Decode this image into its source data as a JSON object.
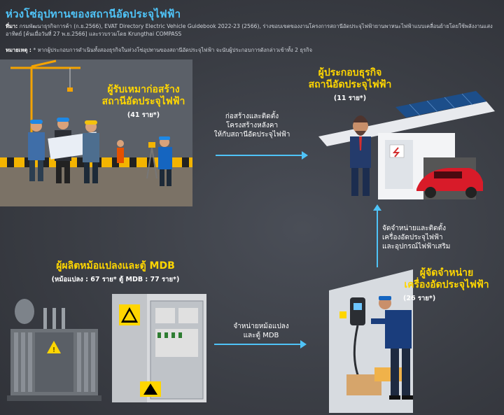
{
  "header": {
    "title": "ห่วงโซ่อุปทานของสถานีอัดประจุไฟฟ้า",
    "source_label": "ที่มา:",
    "source_text": "กรมพัฒนาธุรกิจการค้า (ก.ย.2566), EVAT Directory Electric Vehicle Guidebook 2022-23 (2566), ร่างขอบเขตของงานโครงการสถานีอัดประจุไฟฟ้ายานพาหนะไฟฟ้าแบบเคลื่อนย้ายโดยใช้พลังงานแสงอาทิตย์ [ค้นเมื่อวันที่ 27 พ.ย.2566] และรวบรวมโดย Krungthai COMPASS",
    "note_label": "หมายเหตุ :",
    "note_text": "* หากผู้ประกอบการดำเนินทั้งสองธุรกิจในห่วงโซ่อุปทานของสถานีอัดประจุไฟฟ้า จะนับผู้ประกอบการดังกล่าวเข้าทั้ง 2 ธุรกิจ"
  },
  "nodes": {
    "contractor": {
      "title_line1": "ผู้รับเหมาก่อสร้าง",
      "title_line2": "สถานีอัดประจุไฟฟ้า",
      "count": "(41 ราย*)"
    },
    "operator": {
      "title_line1": "ผู้ประกอบธุรกิจ",
      "title_line2": "สถานีอัดประจุไฟฟ้า",
      "count": "(11 ราย*)"
    },
    "transformer_maker": {
      "title": "ผู้ผลิตหม้อแปลงและตู้ MDB",
      "count": "(หม้อแปลง : 67 ราย* ตู้ MDB : 77 ราย*)"
    },
    "distributor": {
      "title_line1": "ผู้จัดจำหน่าย",
      "title_line2": "เครื่องอัดประจุไฟฟ้า",
      "count": "(26 ราย*)"
    }
  },
  "flows": {
    "contractor_to_operator": {
      "line1": "ก่อสร้างและติดตั้ง",
      "line2": "โครงสร้างหลังคา",
      "line3": "ให้กับสถานีอัดประจุไฟฟ้า"
    },
    "distributor_to_operator": {
      "line1": "จัดจำหน่ายและติดตั้ง",
      "line2": "เครื่องอัดประจุไฟฟ้า",
      "line3": "และอุปกรณ์ไฟฟ้าเสริม"
    },
    "maker_to_distributor": {
      "line1": "จำหน่ายหม้อแปลง",
      "line2": "และตู้ MDB"
    }
  },
  "colors": {
    "accent": "#4fc3f7",
    "highlight": "#ffd600",
    "background": "#3a3d44"
  }
}
